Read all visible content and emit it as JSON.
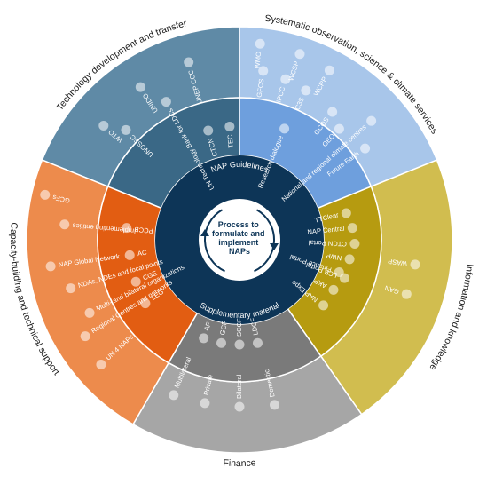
{
  "diagram": {
    "core": {
      "top_label": "NAP Guidelines",
      "bottom_label": "Supplementary material",
      "center_lines": [
        "Process to",
        "formulate and",
        "implement",
        "NAPs"
      ]
    },
    "sectors": [
      {
        "id": "technology",
        "title": "Technology development and transfer",
        "colors": {
          "outer": "#5f8aa6",
          "inner": "#3a6886"
        },
        "outer_items": [
          "UNEP CCC",
          "UNIDO",
          "WTO",
          "UN Technology Bank for LDCs",
          "UNOSSC"
        ],
        "inner_items": [
          "CTCN",
          "TEC"
        ]
      },
      {
        "id": "observation",
        "title": "Systematic observation, science & climate services",
        "colors": {
          "outer": "#a8c6ea",
          "inner": "#6e9fdd"
        },
        "outer_items": [
          "WMO",
          "WCSP",
          "WCRP",
          "GFCS",
          "IPCC",
          "C3S",
          "GCOS",
          "GEO",
          "National and regional climate centres",
          "Future Earth"
        ],
        "inner_items": [
          "Research dialogue"
        ]
      },
      {
        "id": "information",
        "title": "Information and knowledge",
        "colors": {
          "outer": "#d1bd4f",
          "inner": "#b69b10"
        },
        "outer_items": [
          "WASP",
          "GAN"
        ],
        "inner_items": [
          "Finance Portal",
          "AKP",
          "NAP Expo",
          "NWP",
          "LCB Portal",
          "TTClear",
          "NAP Central",
          "CTCN Portal"
        ]
      },
      {
        "id": "finance",
        "title": "Finance",
        "colors": {
          "outer": "#a6a6a6",
          "inner": "#7a7a7a"
        },
        "outer_items": [
          "Multilateral",
          "Private",
          "Bilateral",
          "Domestic"
        ],
        "inner_items": [
          "AF",
          "GCF",
          "SCCF",
          "LDCF"
        ]
      },
      {
        "id": "capacity",
        "title": "Capacity-building and technical support",
        "colors": {
          "outer": "#ed8b4c",
          "inner": "#e25d12"
        },
        "outer_items": [
          "GCFs",
          "Implementing entities",
          "NAP Global Network",
          "NDAs, NDEs and focal points",
          "Multi- and bilateral organizations",
          "Regional Centres and networks",
          "UN 4 NAPs"
        ],
        "inner_items": [
          "PCCB",
          "AC",
          "CGE",
          "LEG"
        ]
      }
    ],
    "colors": {
      "core": "#0d3557",
      "core_disc": "#ffffff",
      "core_text": "#0d3557",
      "dots": "#ffffff",
      "background": "#ffffff"
    }
  }
}
